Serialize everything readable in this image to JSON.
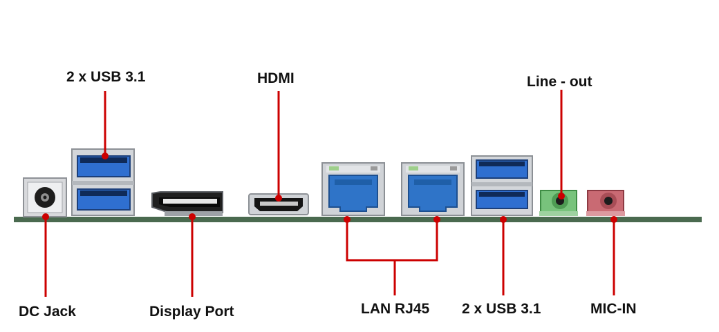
{
  "labels": {
    "usb_top": "2 x USB 3.1",
    "hdmi": "HDMI",
    "line_out": "Line - out",
    "dc_jack": "DC Jack",
    "display_port": "Display Port",
    "lan": "LAN RJ45",
    "usb_bottom": "2 x USB 3.1",
    "mic_in": "MIC-IN"
  },
  "colors": {
    "leader": "#cc0000",
    "board": "#4a6a4f",
    "usb_blue": "#2f6fd0",
    "lan_blue": "#2f74c8",
    "line_out_green": "#78c37c",
    "mic_pink": "#c96a73",
    "metal": "#c9ccd0"
  }
}
